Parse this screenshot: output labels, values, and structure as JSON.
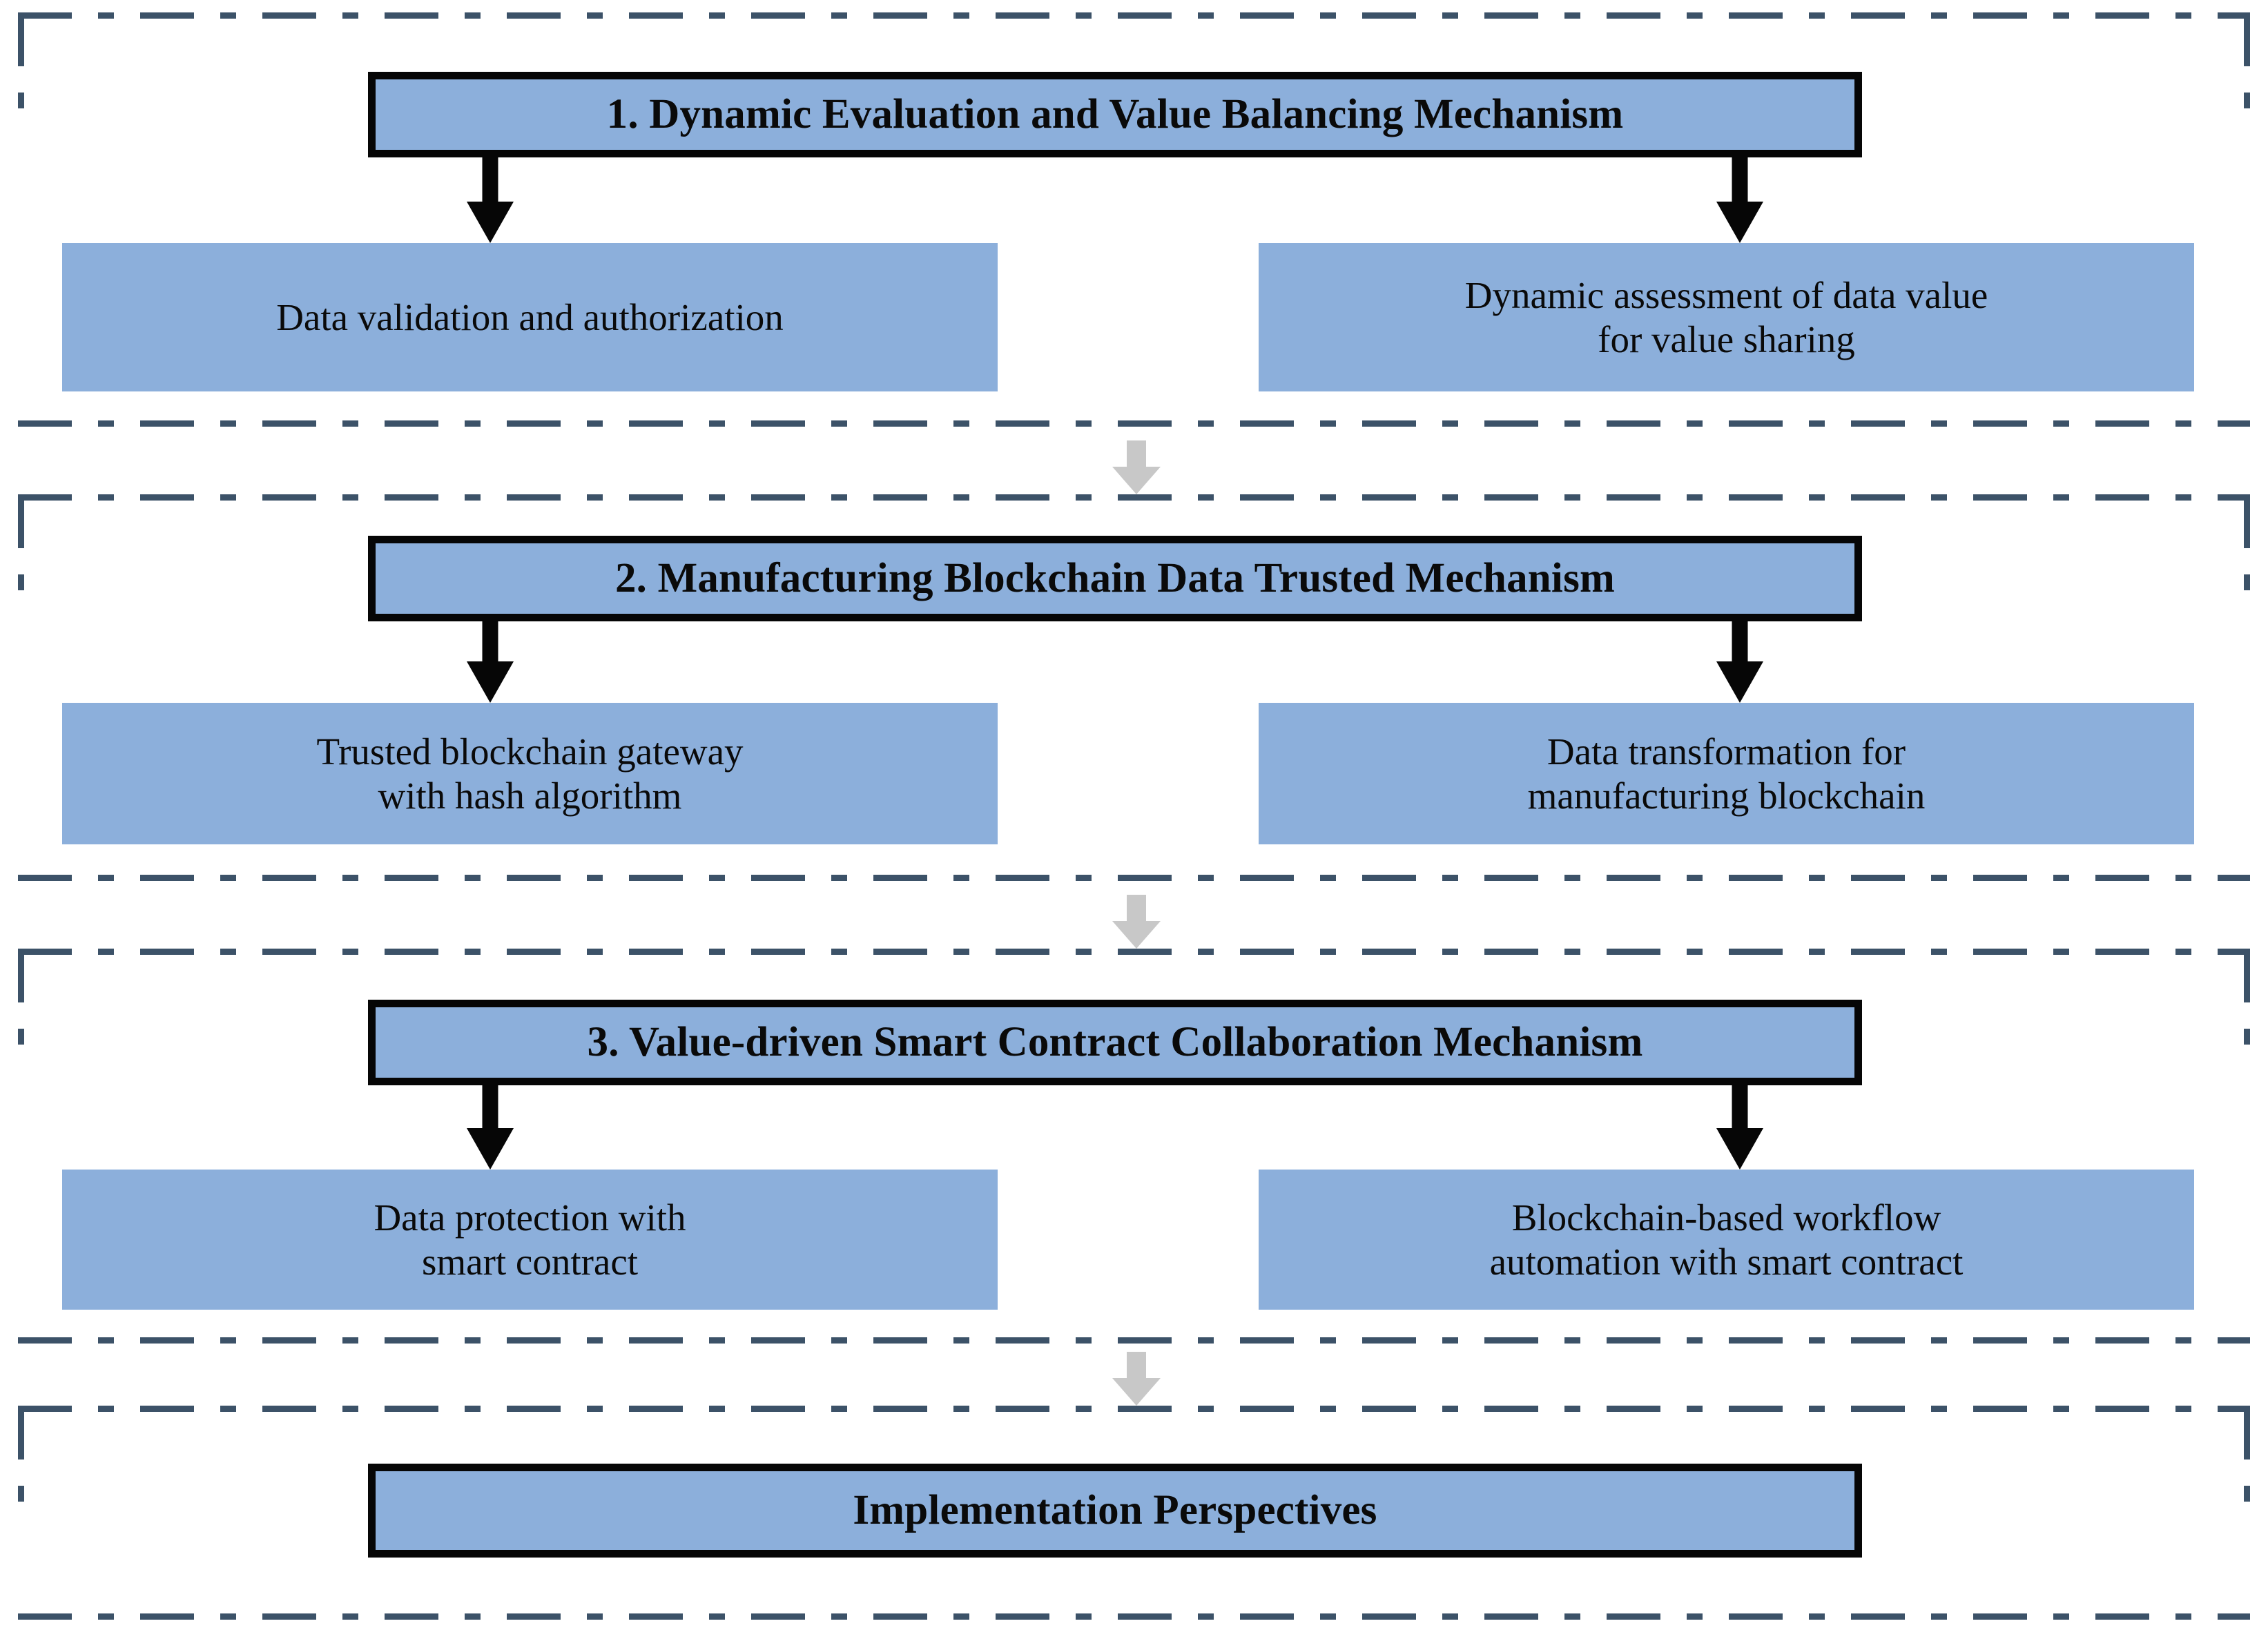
{
  "diagram": {
    "title_semantics": "three-stage blockchain mechanism framework with implementation perspectives",
    "colors": {
      "box_fill": "#8cafdb",
      "box_border": "#060606",
      "panel_border": "#3c5268",
      "connector_arrow": "#c8c8c8",
      "text": "#0a0a0a",
      "background": "#ffffff"
    },
    "sections": [
      {
        "id": "section-1",
        "header": "1. Dynamic Evaluation and Value Balancing Mechanism",
        "items": [
          {
            "id": "item-1-left",
            "label": "Data validation and authorization"
          },
          {
            "id": "item-1-right",
            "label": "Dynamic assessment of data value\nfor value sharing"
          }
        ]
      },
      {
        "id": "section-2",
        "header": "2. Manufacturing Blockchain Data Trusted Mechanism",
        "items": [
          {
            "id": "item-2-left",
            "label": "Trusted blockchain gateway\nwith hash algorithm"
          },
          {
            "id": "item-2-right",
            "label": "Data transformation for\nmanufacturing blockchain"
          }
        ]
      },
      {
        "id": "section-3",
        "header": "3. Value-driven Smart Contract Collaboration Mechanism",
        "items": [
          {
            "id": "item-3-left",
            "label": "Data protection with\nsmart contract"
          },
          {
            "id": "item-3-right",
            "label": "Blockchain-based workflow\nautomation with smart contract"
          }
        ]
      },
      {
        "id": "section-4",
        "header": "Implementation Perspectives",
        "items": []
      }
    ],
    "connectors": {
      "down_arrow_icon": "arrow-down-icon",
      "between_sections": [
        {
          "from": "section-1",
          "to": "section-2",
          "icon": "arrow-down-block-icon"
        },
        {
          "from": "section-2",
          "to": "section-3",
          "icon": "arrow-down-block-icon"
        },
        {
          "from": "section-3",
          "to": "section-4",
          "icon": "arrow-down-block-icon"
        }
      ],
      "header_to_items": [
        {
          "from": "section-1",
          "to": "item-1-left",
          "icon": "arrow-down-icon"
        },
        {
          "from": "section-1",
          "to": "item-1-right",
          "icon": "arrow-down-icon"
        },
        {
          "from": "section-2",
          "to": "item-2-left",
          "icon": "arrow-down-icon"
        },
        {
          "from": "section-2",
          "to": "item-2-right",
          "icon": "arrow-down-icon"
        },
        {
          "from": "section-3",
          "to": "item-3-left",
          "icon": "arrow-down-icon"
        },
        {
          "from": "section-3",
          "to": "item-3-right",
          "icon": "arrow-down-icon"
        }
      ]
    }
  }
}
